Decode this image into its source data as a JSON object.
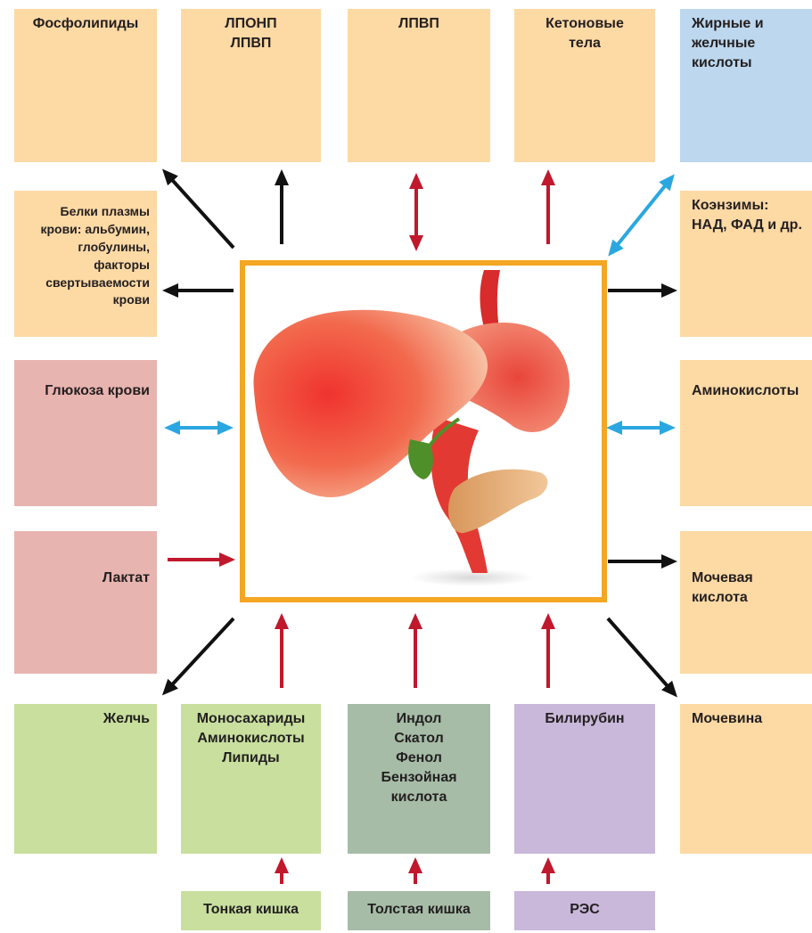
{
  "colors": {
    "orange": "#fdd9a4",
    "blue": "#bcd7ee",
    "pink": "#e8b4b0",
    "green": "#c8df9e",
    "gray": "#a6bca7",
    "purple": "#c9b8da",
    "frame": "#f5a623",
    "arrow_black": "#111111",
    "arrow_red": "#c0182c",
    "arrow_blue": "#2aa7e0"
  },
  "boxes": {
    "phospholipids": [
      "Фосфолипиды"
    ],
    "lpvlp_lphd": [
      "ЛПОНП",
      "ЛПВП"
    ],
    "lphd": [
      "ЛПВП"
    ],
    "ketone_bodies": [
      "Кетоновые",
      "тела"
    ],
    "fatty_bile_acids": [
      "Жирные и",
      "желчные",
      "кислоты"
    ],
    "plasma_proteins": [
      "Белки плазмы",
      "крови: альбумин,",
      "глобулины,",
      "факторы",
      "свертываемости",
      "крови"
    ],
    "coenzymes": [
      "Коэнзимы:",
      "НАД, ФАД и др."
    ],
    "blood_glucose": [
      "Глюкоза крови"
    ],
    "amino_acids": [
      "Аминокислоты"
    ],
    "lactate": [
      "Лактат"
    ],
    "uric_acid": [
      "Мочевая",
      "кислота"
    ],
    "bile": [
      "Желчь"
    ],
    "mono_amino_lipids": [
      "Моносахариды",
      "Аминокислоты",
      "Липиды"
    ],
    "indole_group": [
      "Индол",
      "Скатол",
      "Фенол",
      "Бензойная",
      "кислота"
    ],
    "bilirubin": [
      "Билирубин"
    ],
    "urea": [
      "Мочевина"
    ],
    "small_intestine": [
      "Тонкая кишка"
    ],
    "large_intestine": [
      "Толстая кишка"
    ],
    "res": [
      "РЭС"
    ]
  }
}
